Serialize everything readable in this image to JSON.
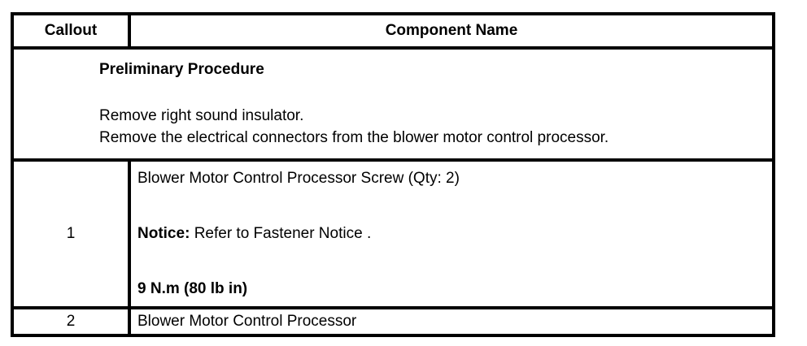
{
  "table": {
    "columns": {
      "callout_header": "Callout",
      "component_header": "Component Name"
    },
    "preliminary": {
      "heading": "Preliminary Procedure",
      "lines": [
        "Remove right sound insulator.",
        "Remove the electrical connectors from the blower motor control processor."
      ]
    },
    "rows": [
      {
        "callout": "1",
        "component": "Blower Motor Control Processor Screw (Qty: 2)",
        "notice_label": "Notice:",
        "notice_text": "Refer to Fastener Notice .",
        "torque": "9 N.m (80 lb in)"
      },
      {
        "callout": "2",
        "component": "Blower Motor Control Processor"
      }
    ]
  },
  "colors": {
    "border": "#000000",
    "background": "#ffffff",
    "text": "#000000"
  }
}
